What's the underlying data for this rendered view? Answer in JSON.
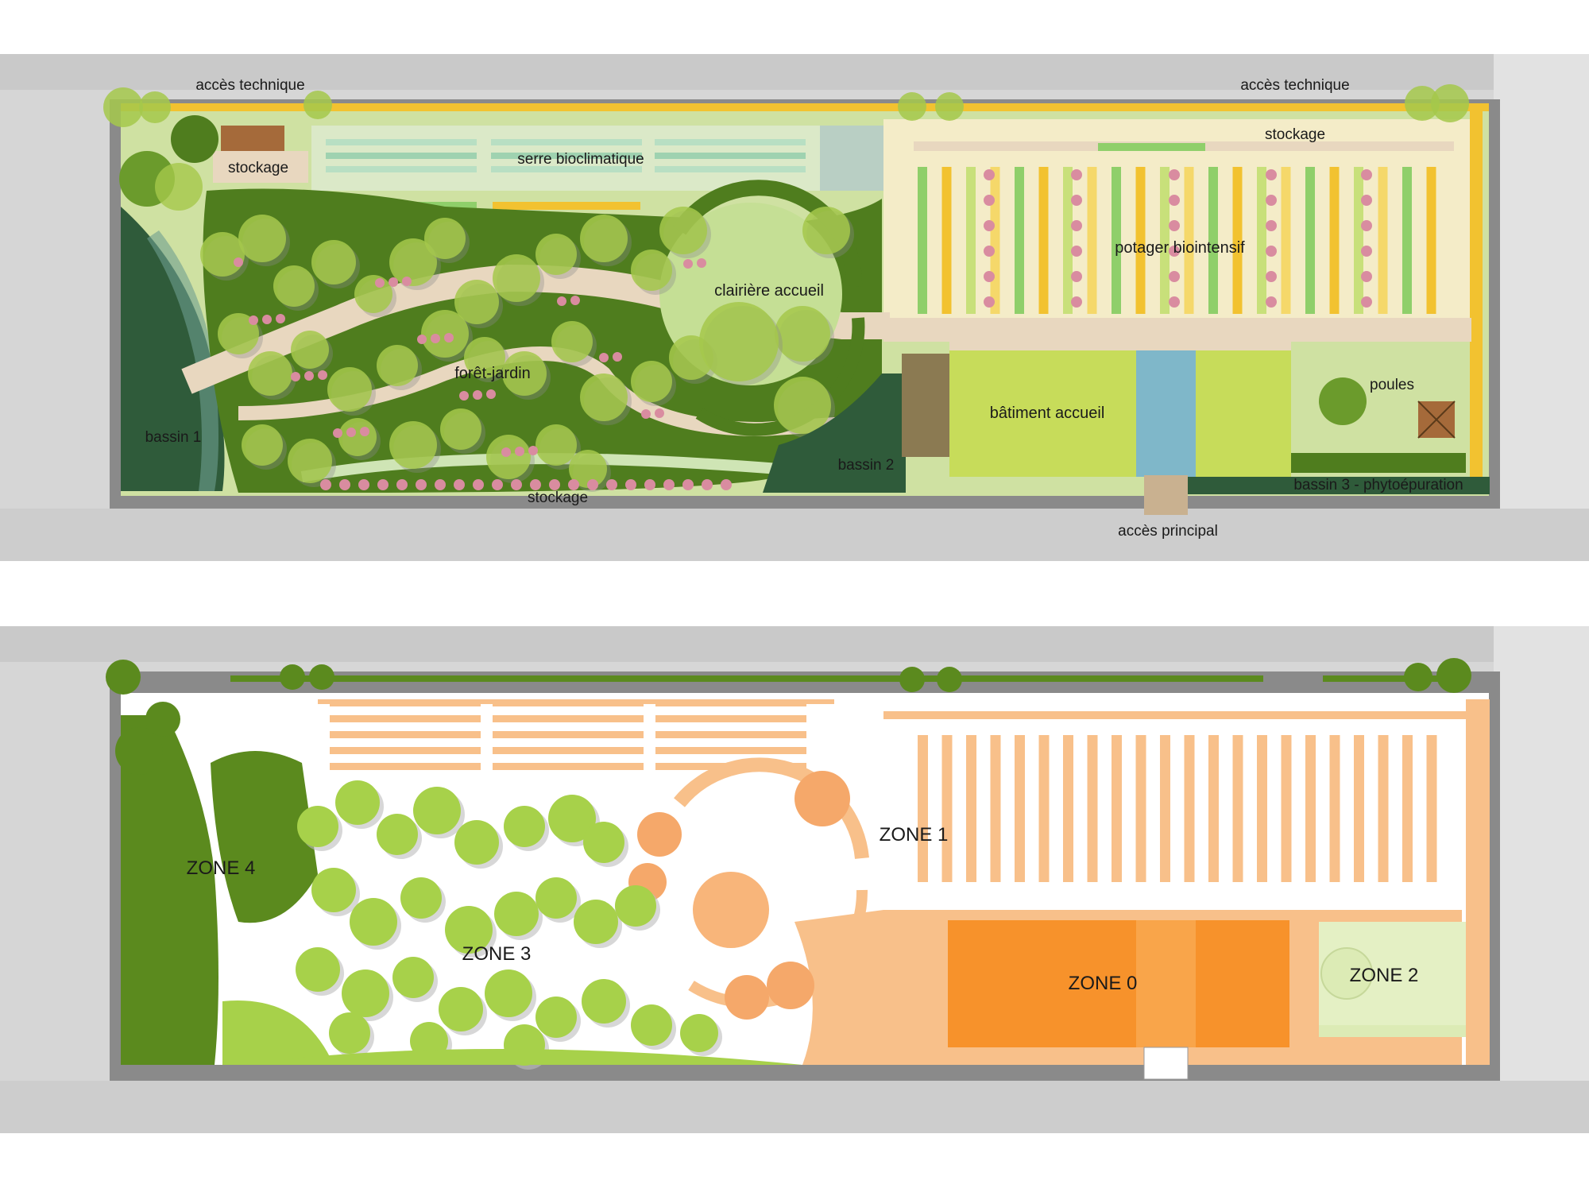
{
  "plan_top": {
    "labels": {
      "acces_technique_left": "accès technique",
      "acces_technique_right": "accès technique",
      "stockage_top_left": "stockage",
      "serre": "serre bioclimatique",
      "stockage_top_right": "stockage",
      "potager": "potager biointensif",
      "clairiere": "clairière accueil",
      "foret": "forêt-jardin",
      "bassin1": "bassin 1",
      "bassin2": "bassin 2",
      "batiment": "bâtiment accueil",
      "poules": "poules",
      "bassin3": "bassin 3 - phytoépuration",
      "stockage_bottom": "stockage",
      "acces_principal": "accès principal"
    }
  },
  "plan_bottom": {
    "zones": {
      "zone0": "ZONE 0",
      "zone1": "ZONE 1",
      "zone2": "ZONE 2",
      "zone3": "ZONE 3",
      "zone4": "ZONE 4"
    }
  },
  "colors": {
    "aerial": "#d4d4d4",
    "wall": "#8a8a8a",
    "track_yellow": "#f2c230",
    "garden_dark": "#4f7d1e",
    "garden_light": "#b9d86a",
    "path": "#e8d7bf",
    "water": "#6fa3b8",
    "zone0": "#f7922b",
    "zone1": "#f8c08a",
    "zone2": "#dcebb5",
    "zone3": "#a7d14a",
    "zone4": "#5b8a1e"
  }
}
